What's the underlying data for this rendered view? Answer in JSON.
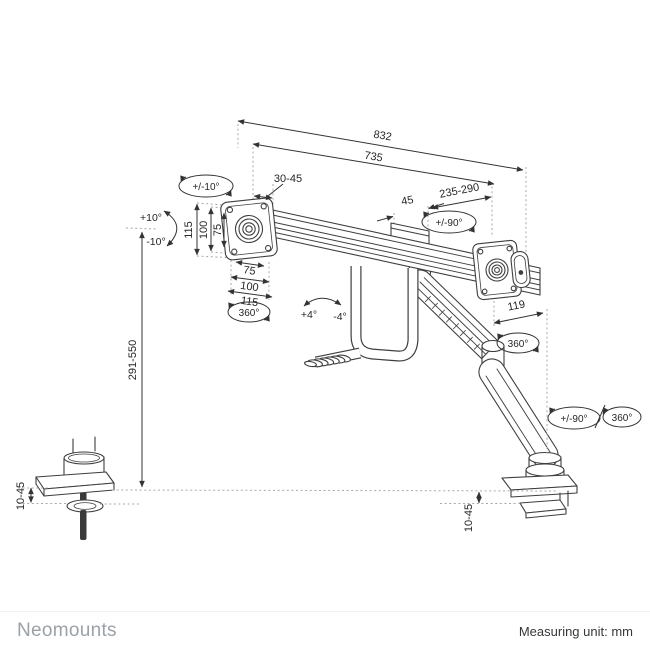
{
  "title": "Neomounts monitor arm dimension diagram",
  "measuring_unit_value": "mm",
  "colors": {
    "line": "#3e3e3e",
    "dimension_text": "#262626",
    "dotted_line": "#a8a8a8",
    "brand_gray": "#9aa2a8",
    "footer_text": "#34383b",
    "background": "#ffffff"
  },
  "labels": {
    "dim_832": "832",
    "dim_735": "735",
    "dim_30_45": "30-45",
    "dim_45": "45",
    "dim_235_290": "235-290",
    "dim_115_v": "115",
    "dim_100_v": "100",
    "dim_75_v": "75",
    "dim_75_h": "75",
    "dim_100_h": "100",
    "dim_115_h": "115",
    "dim_291_550": "291-550",
    "dim_119": "119",
    "dim_10_45_left": "10-45",
    "dim_10_45_right": "10-45"
  },
  "rotations": {
    "head_swivel": "+/-10°",
    "head_tilt_up": "+10°",
    "head_tilt_down": "-10°",
    "head_rotate": "360°",
    "bar_tilt_up": "+4°",
    "bar_tilt_down": "-4°",
    "arm_swivel": "+/-90°",
    "arm_rotate": "360°",
    "base_swivel": "+/-90°",
    "base_rotate": "360°"
  },
  "footer": {
    "brand": "Neomounts",
    "measuring_unit": "Measuring unit: mm"
  }
}
